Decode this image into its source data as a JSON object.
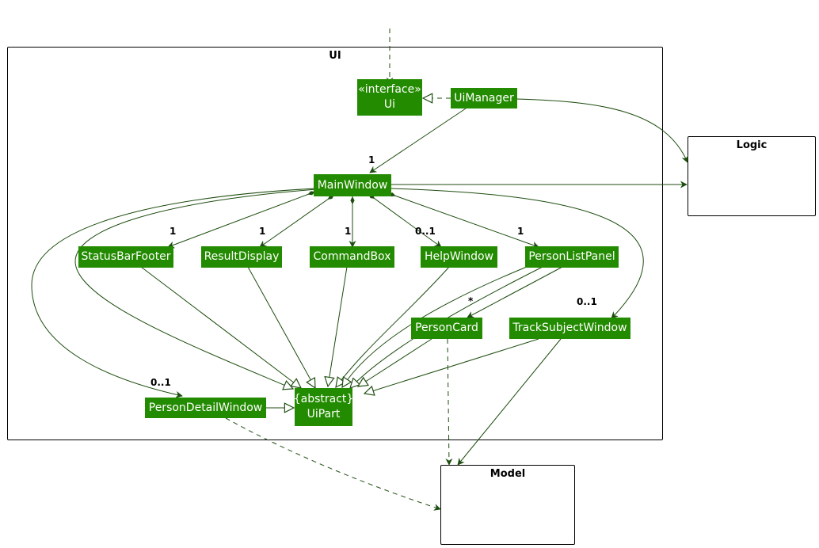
{
  "packages": {
    "ui": "UI",
    "logic": "Logic",
    "model": "Model"
  },
  "classes": {
    "ui_stereotype": "«interface»",
    "ui": "Ui",
    "ui_manager": "UiManager",
    "main_window": "MainWindow",
    "status_bar_footer": "StatusBarFooter",
    "result_display": "ResultDisplay",
    "command_box": "CommandBox",
    "help_window": "HelpWindow",
    "person_list_panel": "PersonListPanel",
    "person_card": "PersonCard",
    "track_subject_window": "TrackSubjectWindow",
    "person_detail_window": "PersonDetailWindow",
    "ui_part_stereotype": "{abstract}",
    "ui_part": "UiPart"
  },
  "multiplicities": {
    "main_window": "1",
    "status_bar_footer": "1",
    "result_display": "1",
    "command_box": "1",
    "help_window": "0..1",
    "person_list_panel": "1",
    "person_card": "*",
    "track_subject_window": "0..1",
    "person_detail_window": "0..1"
  },
  "colors": {
    "class_fill": "#238b00",
    "class_text": "#ffffff",
    "edge": "#1d4d0f"
  }
}
